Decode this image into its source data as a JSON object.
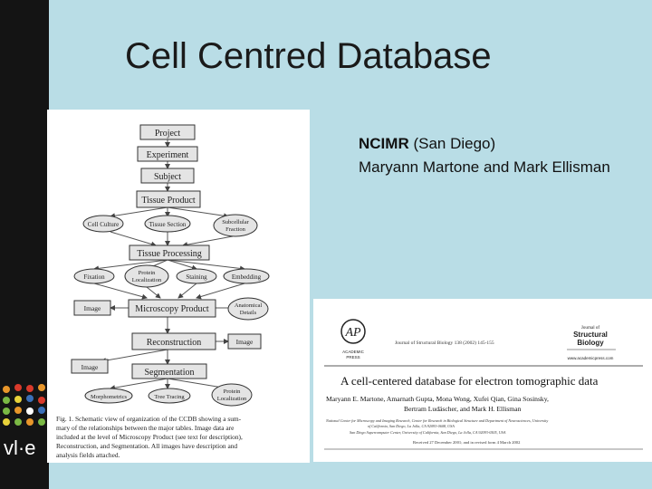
{
  "slide": {
    "title": "Cell Centred Database",
    "body": {
      "line1_bold": "NCIMR",
      "line1_rest": " (San Diego)",
      "line2": "Maryann Martone and Mark Ellisman"
    }
  },
  "figure": {
    "nodes": {
      "project": "Project",
      "experiment": "Experiment",
      "subject": "Subject",
      "tissue_product": "Tissue Product",
      "cell_culture": "Cell Culture",
      "tissue_section": "Tissue Section",
      "subcellular_fraction_1": "Subcellular",
      "subcellular_fraction_2": "Fraction",
      "tissue_processing": "Tissue Processing",
      "fixation": "Fixation",
      "protein_localization_1": "Protein",
      "protein_localization_2": "Localization",
      "staining": "Staining",
      "embedding": "Embedding",
      "image_1": "Image",
      "microscopy_product": "Microscopy Product",
      "anatomical_details_1": "Anatomical",
      "anatomical_details_2": "Details",
      "reconstruction": "Reconstruction",
      "image_2": "Image",
      "image_3": "Image",
      "segmentation": "Segmentation",
      "morphometrics": "Morphometrics",
      "tree_tracing": "Tree Tracing",
      "protein_localization_b1": "Protein",
      "protein_localization_b2": "Localization"
    },
    "caption": [
      "Fig. 1. Schematic view of organization of the CCDB showing a sum-",
      "mary of the relationships between the major tables. Image data are",
      "included at the level of Microscopy Product (see text for description),",
      "Reconstruction, and Segmentation. All images have description and",
      "analysis fields attached."
    ]
  },
  "paper": {
    "publisher_1": "ACADEMIC",
    "publisher_2": "PRESS",
    "journal_ref": "Journal of Structural Biology 138 (2002) 145-155",
    "journal_name_1": "Journal of",
    "journal_name_2": "Structural",
    "journal_name_3": "Biology",
    "website": "www.academicpress.com",
    "article_title": "A cell-centered database for electron tomographic data",
    "authors_1": "Maryann E. Martone, Amarnath Gupta, Mona Wong, Xufei Qian, Gina Sosinsky,",
    "authors_2": "Bertram Ludäscher, and Mark H. Ellisman",
    "affiliation_1": "National Center for Microscopy and Imaging Research, Center for Research in Biological Structure and Department of Neurosciences, University",
    "affiliation_2": "of California, San Diego, La Jolla, CA 92093-0608, USA",
    "affiliation_3": "San Diego Supercomputer Center, University of California, San Diego, La Jolla, CA 92093-0505, USA",
    "received": "Received 27 December 2001; and in revised form 4 March 2002"
  },
  "logo": {
    "text": "vl·e"
  },
  "colors": {
    "background": "#b9dde6",
    "left_bar": "#141414",
    "logo_red": "#d93a2b",
    "logo_orange": "#e8962a",
    "logo_yellow": "#e8d23a",
    "logo_green": "#7ab844",
    "logo_blue": "#3a6fb8"
  }
}
